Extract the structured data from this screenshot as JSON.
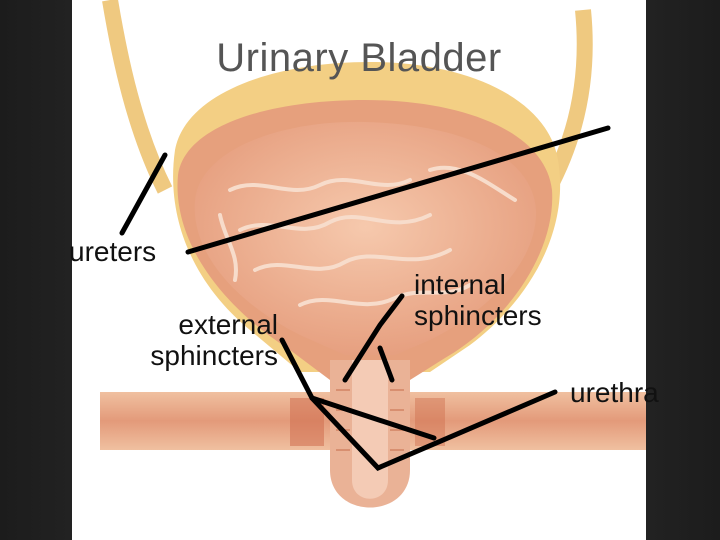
{
  "title": "Urinary Bladder",
  "labels": {
    "ureters": "ureters",
    "external_sphincters": [
      "external",
      "sphincters"
    ],
    "internal_sphincters": [
      "internal",
      "sphincters"
    ],
    "urethra": "urethra"
  },
  "colors": {
    "background": "#2b2b2b",
    "panel": "#ffffff",
    "fat_tissue": "#f3cf84",
    "bladder_wall": "#e7a27e",
    "bladder_lumen": "#f1b596",
    "muscle_band": "#e7a383",
    "leader_line": "#000000"
  }
}
